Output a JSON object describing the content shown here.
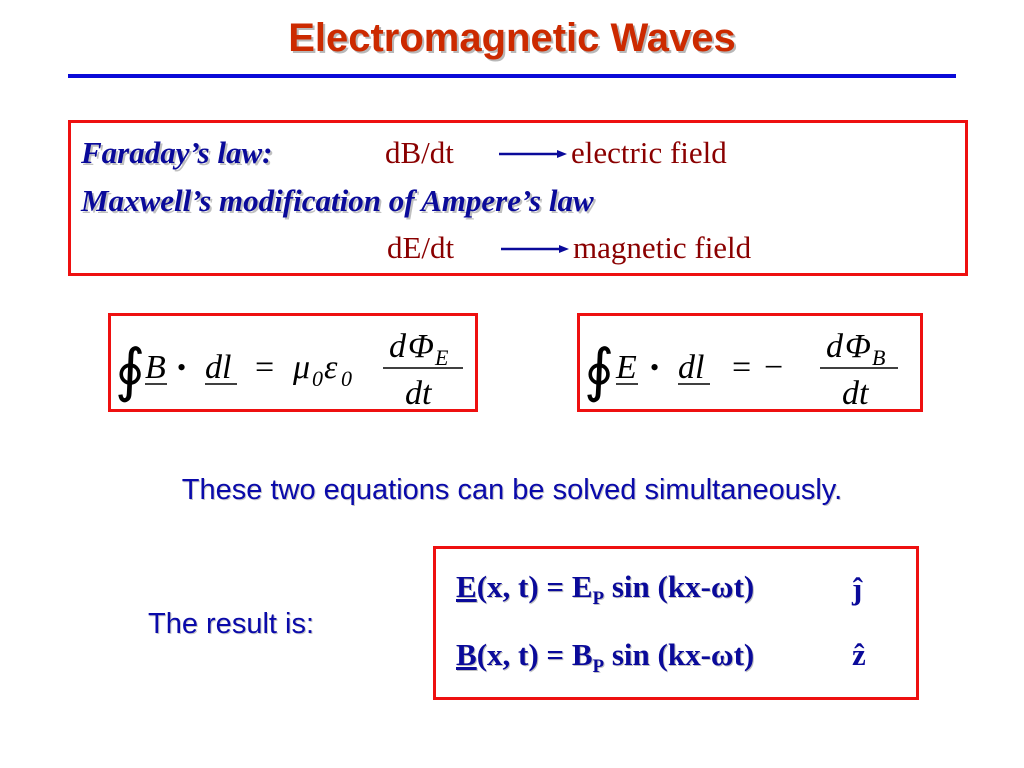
{
  "title": "Electromagnetic Waves",
  "laws": {
    "faraday_label": "Faraday’s law:",
    "faraday_quantity": "dB/dt",
    "faraday_result": "electric field",
    "maxwell_label": "Maxwell’s modification of Ampere’s law",
    "maxwell_quantity": "dE/dt",
    "maxwell_result": "magnetic field"
  },
  "equations": {
    "ampere_maxwell": {
      "integral": "∮",
      "field": "B",
      "dot": "•",
      "dl": "dl",
      "equals": "=",
      "mu": "μ",
      "mu_sub": "0",
      "eps": "ε",
      "eps_sub": "0",
      "numerator_d": "d",
      "numerator_phi": "Φ",
      "numerator_sub": "E",
      "denominator": "dt"
    },
    "faraday": {
      "integral": "∮",
      "field": "E",
      "dot": "•",
      "dl": "dl",
      "equals": "=",
      "minus": "−",
      "numerator_d": "d",
      "numerator_phi": "Φ",
      "numerator_sub": "B",
      "denominator": "dt"
    }
  },
  "note": "These two equations can be solved simultaneously.",
  "result_label": "The result is:",
  "results": {
    "e_field_symbol": "E",
    "e_field_args": "(x, t) = E",
    "e_field_sub": "P",
    "e_field_rest": " sin (kx-ωt)",
    "e_unit": "ĵ",
    "b_field_symbol": "B",
    "b_field_args": "(x, t) = B",
    "b_field_sub": "P",
    "b_field_rest": " sin (kx-ωt)",
    "b_unit": "ẑ"
  },
  "colors": {
    "title": "#cc2a00",
    "rule": "#0a0ad8",
    "box_border": "#ee1010",
    "blue_text": "#0a0a9a",
    "red_text": "#8a0000"
  }
}
